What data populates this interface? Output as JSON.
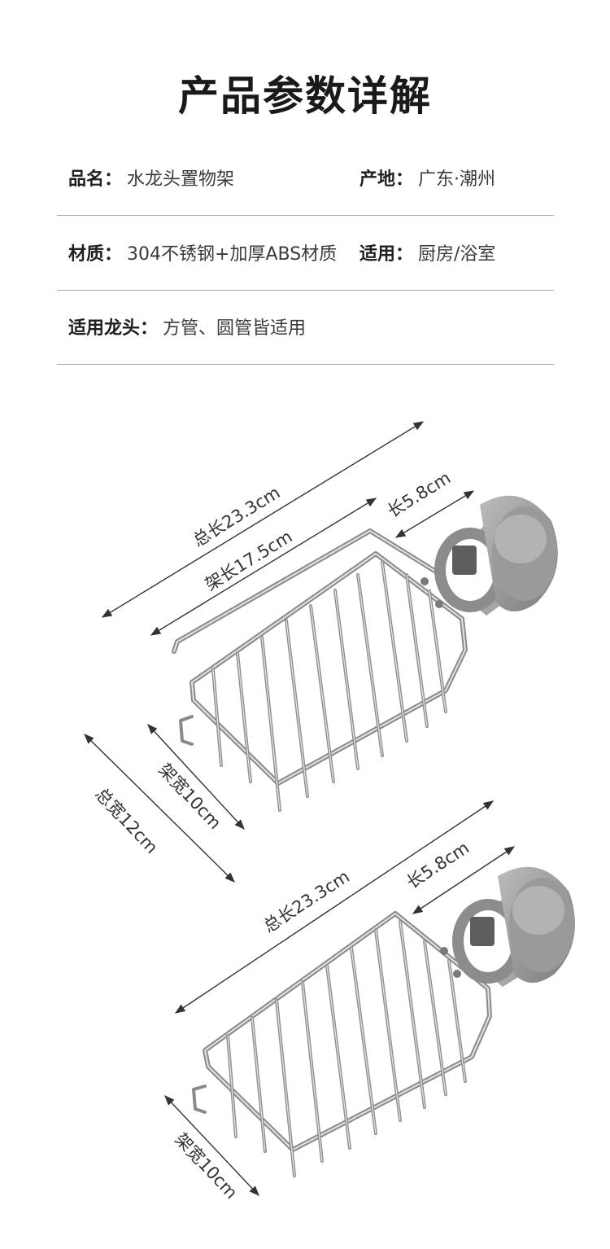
{
  "page": {
    "title": "产品参数详解"
  },
  "specs": {
    "name": {
      "label": "品名：",
      "value": "水龙头置物架"
    },
    "origin": {
      "label": "产地：",
      "value": "广东·潮州"
    },
    "material": {
      "label": "材质：",
      "value": "304不锈钢+加厚ABS材质"
    },
    "usage": {
      "label": "适用：",
      "value": "厨房/浴室"
    },
    "faucet": {
      "label": "适用龙头：",
      "value": "方管、圆管皆适用"
    }
  },
  "diagram1": {
    "total_length": "总长23.3cm",
    "rack_length": "架长17.5cm",
    "clamp_length": "长5.8cm",
    "rack_width": "架宽10cm",
    "total_width": "总宽12cm"
  },
  "diagram2": {
    "total_length": "总长23.3cm",
    "clamp_length": "长5.8cm",
    "rack_width": "架宽10cm"
  },
  "colors": {
    "steel": "#8a8a8a",
    "steel_light": "#d6d6d6",
    "clamp_gray": "#9e9e9e",
    "clamp_dark": "#5f5f5f"
  }
}
